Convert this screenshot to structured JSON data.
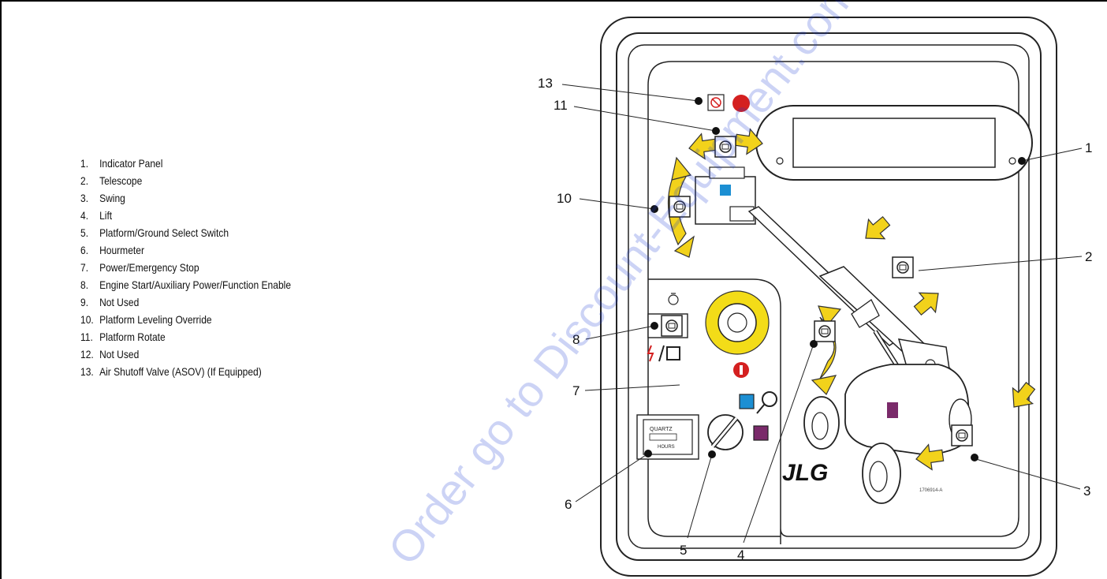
{
  "legend": [
    {
      "num": "1.",
      "label": "Indicator Panel"
    },
    {
      "num": "2.",
      "label": "Telescope"
    },
    {
      "num": "3.",
      "label": "Swing"
    },
    {
      "num": "4.",
      "label": "Lift"
    },
    {
      "num": "5.",
      "label": "Platform/Ground Select Switch"
    },
    {
      "num": "6.",
      "label": "Hourmeter"
    },
    {
      "num": "7.",
      "label": "Power/Emergency Stop"
    },
    {
      "num": "8.",
      "label": "Engine Start/Auxiliary Power/Function Enable"
    },
    {
      "num": "9.",
      "label": "Not Used"
    },
    {
      "num": "10.",
      "label": "Platform Leveling Override"
    },
    {
      "num": "11.",
      "label": "Platform Rotate"
    },
    {
      "num": "12.",
      "label": "Not Used"
    },
    {
      "num": "13.",
      "label": "Air Shutoff Valve (ASOV) (If Equipped)"
    }
  ],
  "callouts": {
    "c1": "1",
    "c2": "2",
    "c3": "3",
    "c4": "4",
    "c5": "5",
    "c6": "6",
    "c7": "7",
    "c8": "8",
    "c10": "10",
    "c11": "11",
    "c13": "13"
  },
  "panel": {
    "brand": "JLG",
    "hourmeter_brand": "QUARTZ",
    "hourmeter_unit": "HOURS",
    "part_number": "1706914-A"
  },
  "watermark": "Order go to Discount-Equipment.com",
  "colors": {
    "arrow": "#f2d21b",
    "estop_ring": "#f3dc18",
    "estop_red": "#d42020",
    "blue": "#1c8fd3",
    "purple": "#7a2a6a"
  }
}
